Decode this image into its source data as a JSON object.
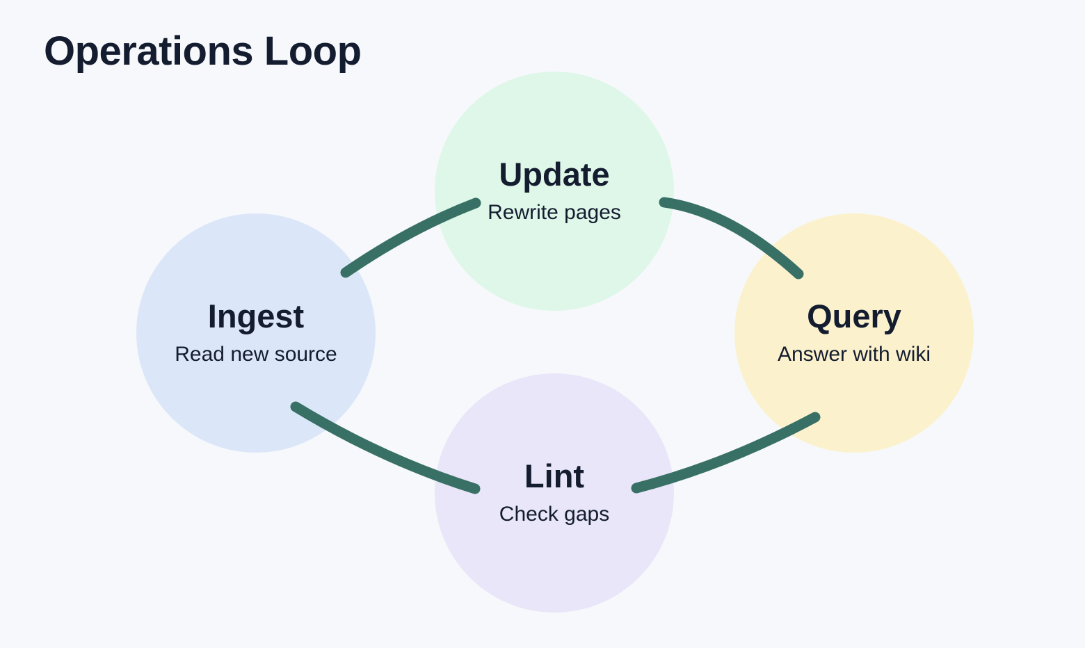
{
  "title": "Operations Loop",
  "colors": {
    "background": "#f6f8fb",
    "text": "#141c2f",
    "connector": "#387065"
  },
  "diagram": {
    "type": "cycle",
    "nodes": [
      {
        "id": "ingest",
        "label": "Ingest",
        "sublabel": "Read new source",
        "fill": "#dbe7f8"
      },
      {
        "id": "update",
        "label": "Update",
        "sublabel": "Rewrite pages",
        "fill": "#def7e8"
      },
      {
        "id": "query",
        "label": "Query",
        "sublabel": "Answer with wiki",
        "fill": "#fbf2cd"
      },
      {
        "id": "lint",
        "label": "Lint",
        "sublabel": "Check gaps",
        "fill": "#e8e6f8"
      }
    ],
    "edges": [
      {
        "from": "ingest",
        "to": "update"
      },
      {
        "from": "update",
        "to": "query"
      },
      {
        "from": "query",
        "to": "lint"
      },
      {
        "from": "lint",
        "to": "ingest"
      }
    ]
  }
}
